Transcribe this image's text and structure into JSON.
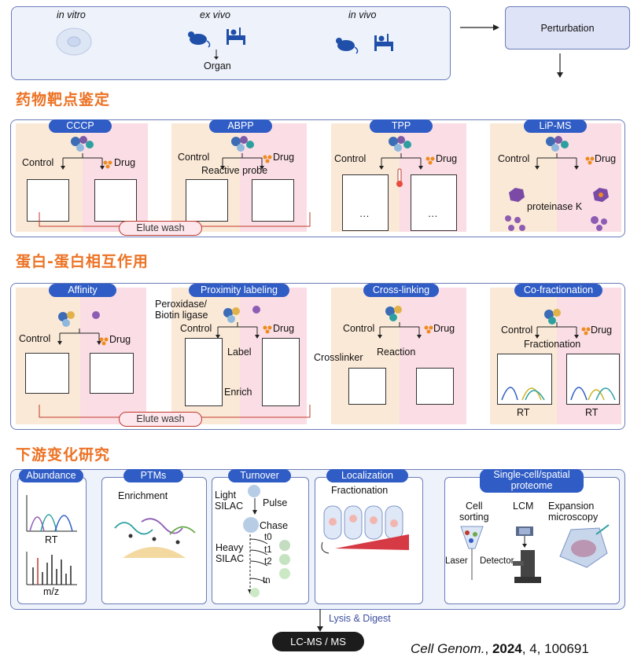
{
  "top": {
    "in_vitro": "in vitro",
    "ex_vivo": "ex vivo",
    "in_vivo": "in vivo",
    "organ": "Organ",
    "perturbation": "Perturbation"
  },
  "sections": {
    "target_id": "药物靶点鉴定",
    "ppi": "蛋白-蛋白相互作用",
    "downstream": "下游变化研究"
  },
  "target": {
    "cccp": {
      "title": "CCCP",
      "control": "Control",
      "drug": "Drug"
    },
    "abpp": {
      "title": "ABPP",
      "control": "Control",
      "drug": "Drug",
      "probe": "Reactive probe"
    },
    "tpp": {
      "title": "TPP",
      "control": "Control",
      "drug": "Drug",
      "dots": "···"
    },
    "lip": {
      "title": "LiP-MS",
      "control": "Control",
      "drug": "Drug",
      "proteinase": "proteinase K"
    },
    "elute": "Elute wash"
  },
  "ppi": {
    "affinity": {
      "title": "Affinity",
      "control": "Control",
      "drug": "Drug"
    },
    "proximity": {
      "title": "Proximity labeling",
      "enzyme": "Peroxidase/\nBiotin ligase",
      "control": "Control",
      "drug": "Drug",
      "label": "Label",
      "enrich": "Enrich"
    },
    "crosslink": {
      "title": "Cross-linking",
      "control": "Control",
      "drug": "Drug",
      "crosslinker": "Crosslinker",
      "reaction": "Reaction"
    },
    "cofrac": {
      "title": "Co-fractionation",
      "control": "Control",
      "drug": "Drug",
      "fractionation": "Fractionation",
      "rt": "RT"
    },
    "elute": "Elute wash"
  },
  "downstream": {
    "abundance": {
      "title": "Abundance",
      "rt": "RT",
      "mz": "m/z"
    },
    "ptms": {
      "title": "PTMs",
      "enrichment": "Enrichment"
    },
    "turnover": {
      "title": "Turnover",
      "light": "Light\nSILAC",
      "pulse": "Pulse",
      "chase": "Chase",
      "heavy": "Heavy\nSILAC",
      "t0": "t0",
      "t1": "t1",
      "t2": "t2",
      "tn": "tn"
    },
    "localization": {
      "title": "Localization",
      "fractionation": "Fractionation"
    },
    "singlecell": {
      "title": "Single-cell/spatial\nproteome",
      "cell_sorting": "Cell\nsorting",
      "lcm": "LCM",
      "expansion": "Expansion\nmicroscopy",
      "laser": "Laser",
      "detector": "Detector"
    }
  },
  "bottom": {
    "lysis": "Lysis & Digest",
    "lcms": "LC-MS / MS",
    "citation_journal": "Cell Genom.",
    "citation_sep1": ", ",
    "citation_year": "2024",
    "citation_rest": ", 4, 100691"
  },
  "colors": {
    "accent_orange": "#ec7224",
    "pill_blue": "#2f5cc5",
    "border_blue": "#6b7cb8",
    "peach": "#fbe9d7",
    "pink": "#fbdde5"
  }
}
